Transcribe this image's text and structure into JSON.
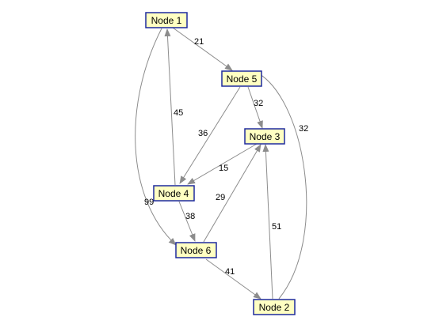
{
  "graph": {
    "nodes": [
      {
        "id": "n1",
        "label": "Node 1"
      },
      {
        "id": "n5",
        "label": "Node 5"
      },
      {
        "id": "n3",
        "label": "Node 3"
      },
      {
        "id": "n4",
        "label": "Node 4"
      },
      {
        "id": "n6",
        "label": "Node 6"
      },
      {
        "id": "n2",
        "label": "Node 2"
      }
    ],
    "edges": [
      {
        "id": "e1_5",
        "from": "Node 1",
        "to": "Node 5",
        "weight": "21"
      },
      {
        "id": "e5_3",
        "from": "Node 5",
        "to": "Node 3",
        "weight": "32"
      },
      {
        "id": "e5_4",
        "from": "Node 5",
        "to": "Node 4",
        "weight": "36"
      },
      {
        "id": "e4_1",
        "from": "Node 4",
        "to": "Node 1",
        "weight": "45"
      },
      {
        "id": "e3_4",
        "from": "Node 3",
        "to": "Node 4",
        "weight": "15"
      },
      {
        "id": "e1_6",
        "from": "Node 1",
        "to": "Node 6",
        "weight": "99"
      },
      {
        "id": "e4_6",
        "from": "Node 4",
        "to": "Node 6",
        "weight": "38"
      },
      {
        "id": "e6_3",
        "from": "Node 6",
        "to": "Node 3",
        "weight": "29"
      },
      {
        "id": "e6_2",
        "from": "Node 6",
        "to": "Node 2",
        "weight": "41"
      },
      {
        "id": "e2_3",
        "from": "Node 2",
        "to": "Node 3",
        "weight": "51"
      },
      {
        "id": "e2_5",
        "from": "Node 2",
        "to": "Node 5",
        "weight": "32"
      }
    ]
  },
  "colors": {
    "node_fill": "#ffffc2",
    "node_border": "#1e2a9e",
    "edge": "#8c8c8c"
  }
}
